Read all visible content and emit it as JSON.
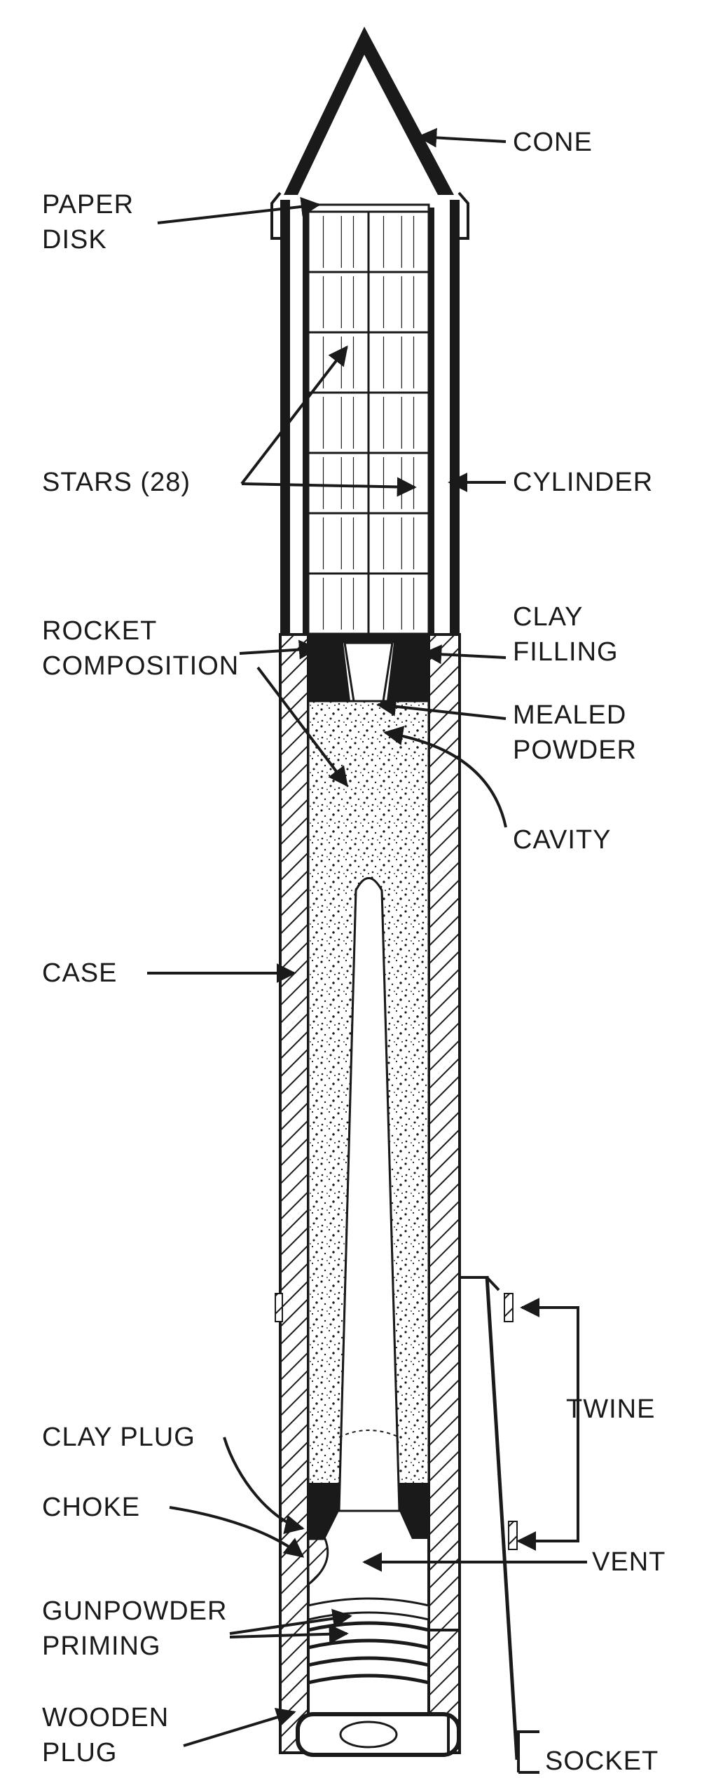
{
  "labels": {
    "cone": "CONE",
    "paper_disk": [
      "PAPER",
      "DISK"
    ],
    "stars": "STARS (28)",
    "cylinder": "CYLINDER",
    "rocket_composition": [
      "ROCKET",
      "COMPOSITION"
    ],
    "clay_filling": [
      "CLAY",
      "FILLING"
    ],
    "mealed_powder": [
      "MEALED",
      "POWDER"
    ],
    "cavity": "CAVITY",
    "case": "CASE",
    "twine": "TWINE",
    "clay_plug": "CLAY PLUG",
    "choke": "CHOKE",
    "vent": "VENT",
    "gunpowder_priming": [
      "GUNPOWDER",
      "PRIMING"
    ],
    "wooden_plug": [
      "WOODEN",
      "PLUG"
    ],
    "socket": "SOCKET"
  },
  "colors": {
    "ink": "#1a1a1a",
    "paper": "#ffffff"
  }
}
